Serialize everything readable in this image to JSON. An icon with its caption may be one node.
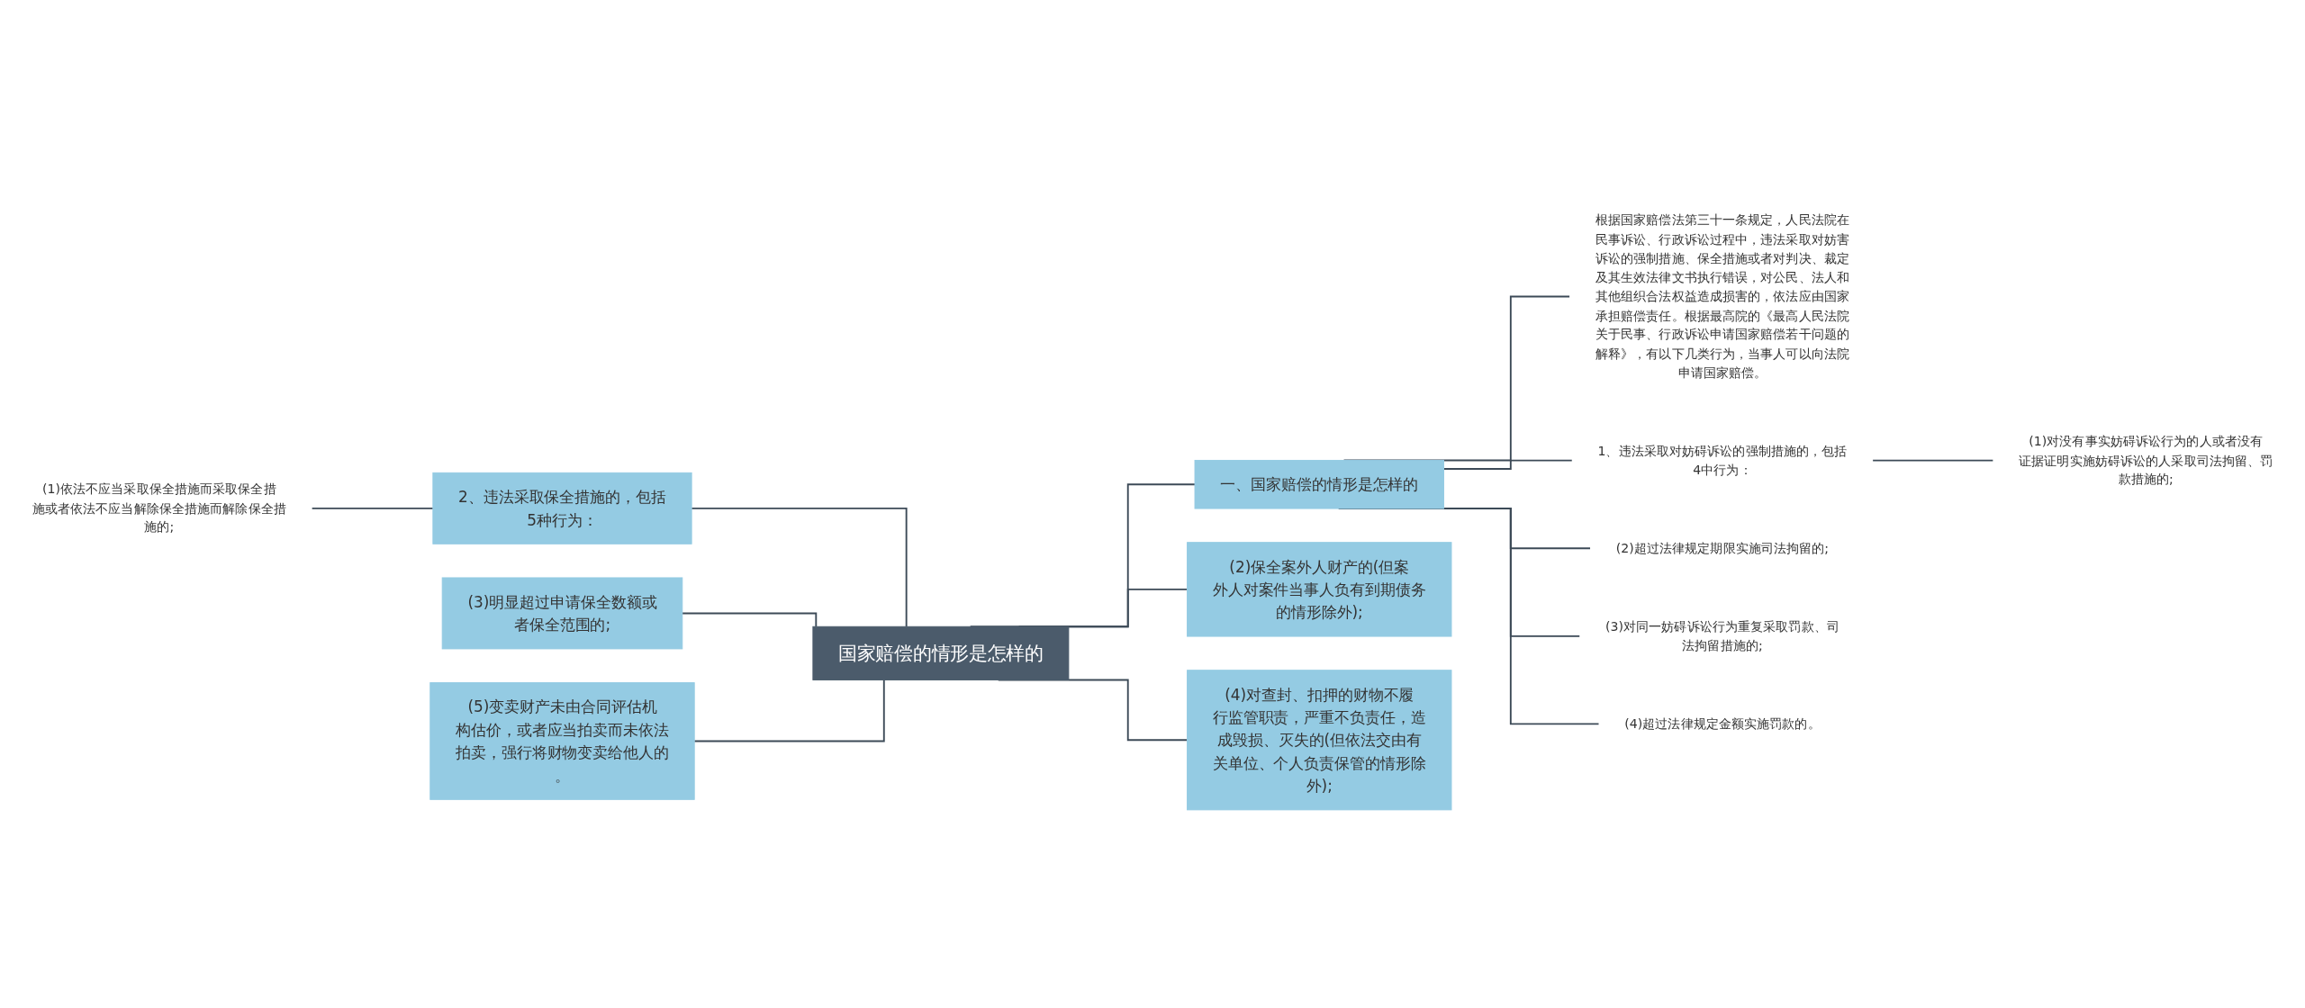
{
  "diagram": {
    "nodes": [
      {
        "text": [
          "国家赔偿的情形是怎样的"
        ]
      },
      {
        "text": [
          "一、国家赔偿的情形是怎样的"
        ]
      },
      {
        "text": [
          "根据国家赔偿法第三十一条规定，人民法院在民事诉讼、行政诉讼过程中，违法采取对妨害诉讼的强制措施、保全措施或者对判决、裁定及其生效法律文书执行错误，对公民、法人和其他组织合法权益造成损害的，依法应由国家承担赔偿责任。根据最高院的《最高人民法院关于民事、行政诉讼申请国家赔偿若干问题的解释》，有以下几类行为，当事人可以向法院申请国家赔偿。"
        ]
      },
      {
        "text": [
          "1、违法采取对妨碍诉讼的强制措施的，包括4中行为："
        ]
      },
      {
        "text": [
          "(1)对没有事实妨碍诉讼行为的人或者没有证据证明实施妨碍诉讼的人采取司法拘留、罚款措施的;"
        ]
      },
      {
        "text": [
          "(2)超过法律规定期限实施司法拘留的;"
        ]
      },
      {
        "text": [
          "(3)对同一妨碍诉讼行为重复采取罚款、司法拘留措施的;"
        ]
      },
      {
        "text": [
          "(4)超过法律规定金额实施罚款的。"
        ]
      },
      {
        "text": [
          "(2)保全案外人财产的(但案外人对案件当事人负有到期债务的情形除外);"
        ]
      },
      {
        "text": [
          "(4)对查封、扣押的财物不履行监管职责，严重不负责任，造成毁损、灭失的(但依法交由有关单位、个人负责保管的情形除外);"
        ]
      },
      {
        "text": [
          "2、违法采取保全措施的，包括5种行为："
        ]
      },
      {
        "text": [
          "(1)依法不应当采取保全措施而采取保全措施或者依法不应当解除保全措施而解除保全措施的;"
        ]
      },
      {
        "text": [
          "(3)明显超过申请保全数额或者保全范围的;"
        ]
      },
      {
        "text": [
          "(5)变卖财产未由合同评估机构估价，或者应当拍卖而未依法拍卖，强行将财物变卖给他人的。"
        ]
      }
    ],
    "edges": [
      {
        "from": 0,
        "to": 1,
        "arrow": "none"
      },
      {
        "from": 1,
        "to": 2,
        "arrow": "none"
      },
      {
        "from": 1,
        "to": 3,
        "arrow": "none"
      },
      {
        "from": 3,
        "to": 4,
        "arrow": "none"
      },
      {
        "from": 1,
        "to": 5,
        "arrow": "none"
      },
      {
        "from": 1,
        "to": 6,
        "arrow": "none"
      },
      {
        "from": 1,
        "to": 7,
        "arrow": "none"
      },
      {
        "from": 0,
        "to": 8,
        "arrow": "none"
      },
      {
        "from": 0,
        "to": 9,
        "arrow": "none"
      },
      {
        "from": 10,
        "to": 0,
        "arrow": "none"
      },
      {
        "from": 11,
        "to": 10,
        "arrow": "none"
      },
      {
        "from": 12,
        "to": 0,
        "arrow": "none"
      },
      {
        "from": 13,
        "to": 0,
        "arrow": "none"
      }
    ]
  }
}
